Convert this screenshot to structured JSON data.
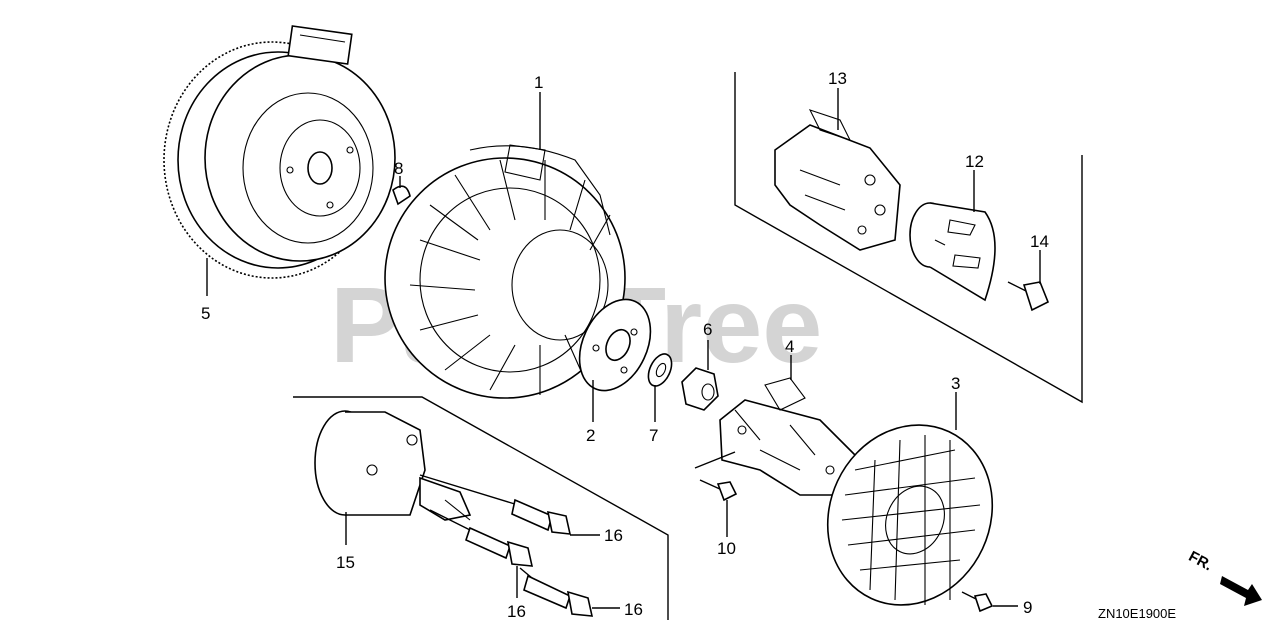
{
  "diagram": {
    "watermark": "PartsTree",
    "drawing_code": "ZN10E1900E",
    "direction_label": "FR.",
    "callouts": {
      "c1": "1",
      "c2": "2",
      "c3": "3",
      "c4": "4",
      "c5": "5",
      "c6": "6",
      "c7": "7",
      "c8": "8",
      "c9": "9",
      "c10": "10",
      "c12": "12",
      "c13": "13",
      "c14": "14",
      "c15": "15",
      "c16a": "16",
      "c16b": "16",
      "c16c": "16"
    }
  }
}
